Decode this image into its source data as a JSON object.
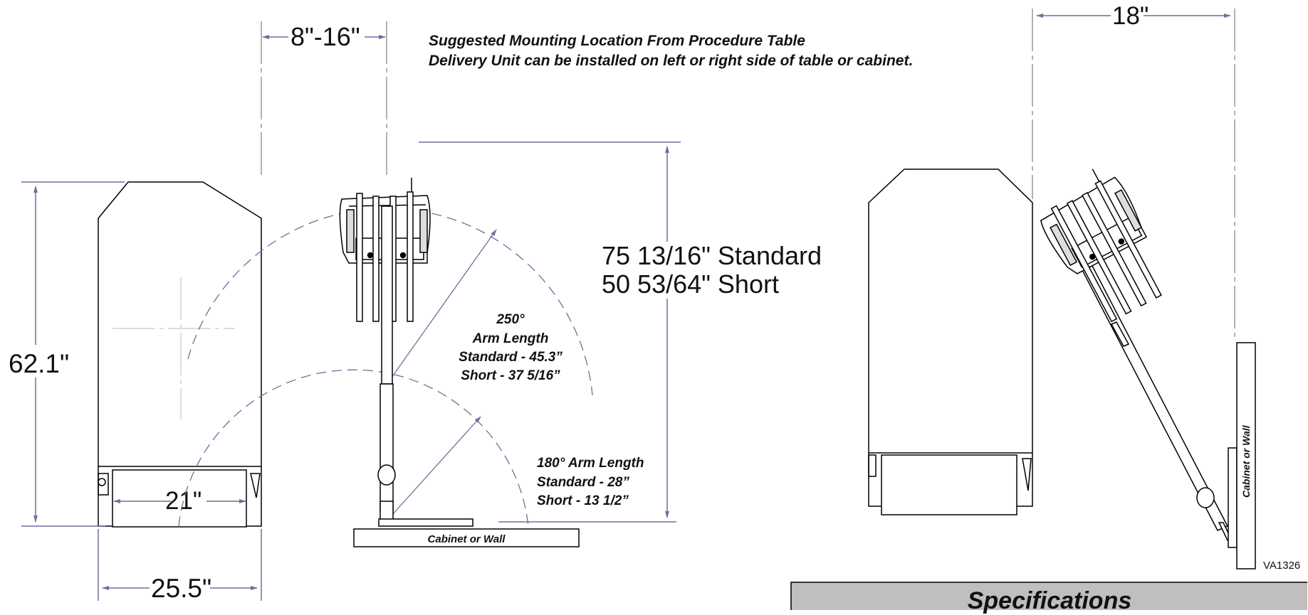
{
  "header": {
    "line1": "Suggested Mounting Location From Procedure Table",
    "line2": "Delivery Unit can be installed on left or right side of table or cabinet."
  },
  "dimensions": {
    "mount_range": "8\"-16\"",
    "offset_right": "18\"",
    "height_standard": "75 13/16\" Standard",
    "height_short": "50 53/64\" Short",
    "table_height": "62.1\"",
    "table_inner_width": "21\"",
    "table_width": "25.5\""
  },
  "arm_250": {
    "line1": "250°",
    "line2": "Arm Length",
    "line3": "Standard - 45.3”",
    "line4": "Short - 37 5/16”"
  },
  "arm_180": {
    "line1": "180° Arm Length",
    "line2": "Standard - 28”",
    "line3": "Short - 13 1/2”"
  },
  "labels": {
    "cabinet_bottom": "Cabinet or Wall",
    "cabinet_side": "Cabinet or Wall",
    "drawing_id": "VA1326"
  },
  "specs": {
    "title": "Specifications"
  },
  "colors": {
    "dimension_line": "#6f6f9e",
    "arc": "#6f6f9e",
    "outline": "#000000",
    "specs_bg": "#bfbfbf"
  }
}
